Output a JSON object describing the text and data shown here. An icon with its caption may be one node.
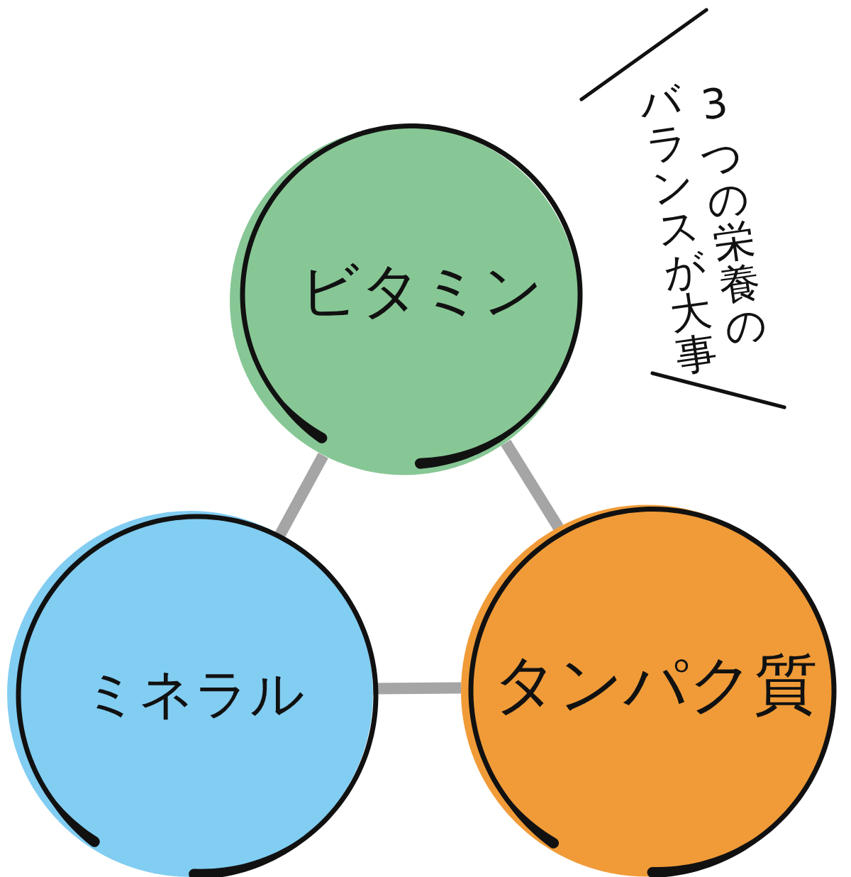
{
  "diagram": {
    "nodes": [
      {
        "text": [
          "ビタミン"
        ]
      },
      {
        "text": [
          "ミネラル"
        ]
      },
      {
        "text": [
          "タンパク質"
        ]
      }
    ],
    "edges": [
      {
        "from": 0,
        "to": 1,
        "arrow": "none"
      },
      {
        "from": 0,
        "to": 2,
        "arrow": "none"
      },
      {
        "from": 1,
        "to": 2,
        "arrow": "none"
      }
    ],
    "labels": [
      "3つの栄養のバランスが大事"
    ]
  }
}
